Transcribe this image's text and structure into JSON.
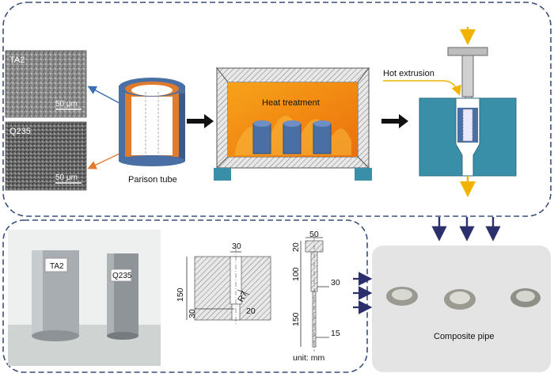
{
  "micrographs": [
    {
      "label": "TA2",
      "scale": "50 μm"
    },
    {
      "label": "Q235",
      "scale": "50 μm"
    }
  ],
  "parison_label": "Parison tube",
  "furnace_label": "Heat treatment",
  "extrusion_label": "Hot extrusion",
  "product_label": "Composite pipe",
  "photo_tags": [
    "TA2",
    "Q235"
  ],
  "die_dims": {
    "top": "30",
    "height": "150",
    "radius": "R7",
    "bottom": "20",
    "land": "30"
  },
  "punch_dims": {
    "head": "50",
    "head_h": "20",
    "shank_h": "100",
    "shank_d": "30",
    "tip_h": "150",
    "tip_d": "15"
  },
  "unit_label": "unit: mm",
  "colors": {
    "outer_tube": "#4a6fa5",
    "inner_tube": "#e07b2e",
    "frame": "#3b4f7a",
    "die": "#3a8fa8"
  }
}
